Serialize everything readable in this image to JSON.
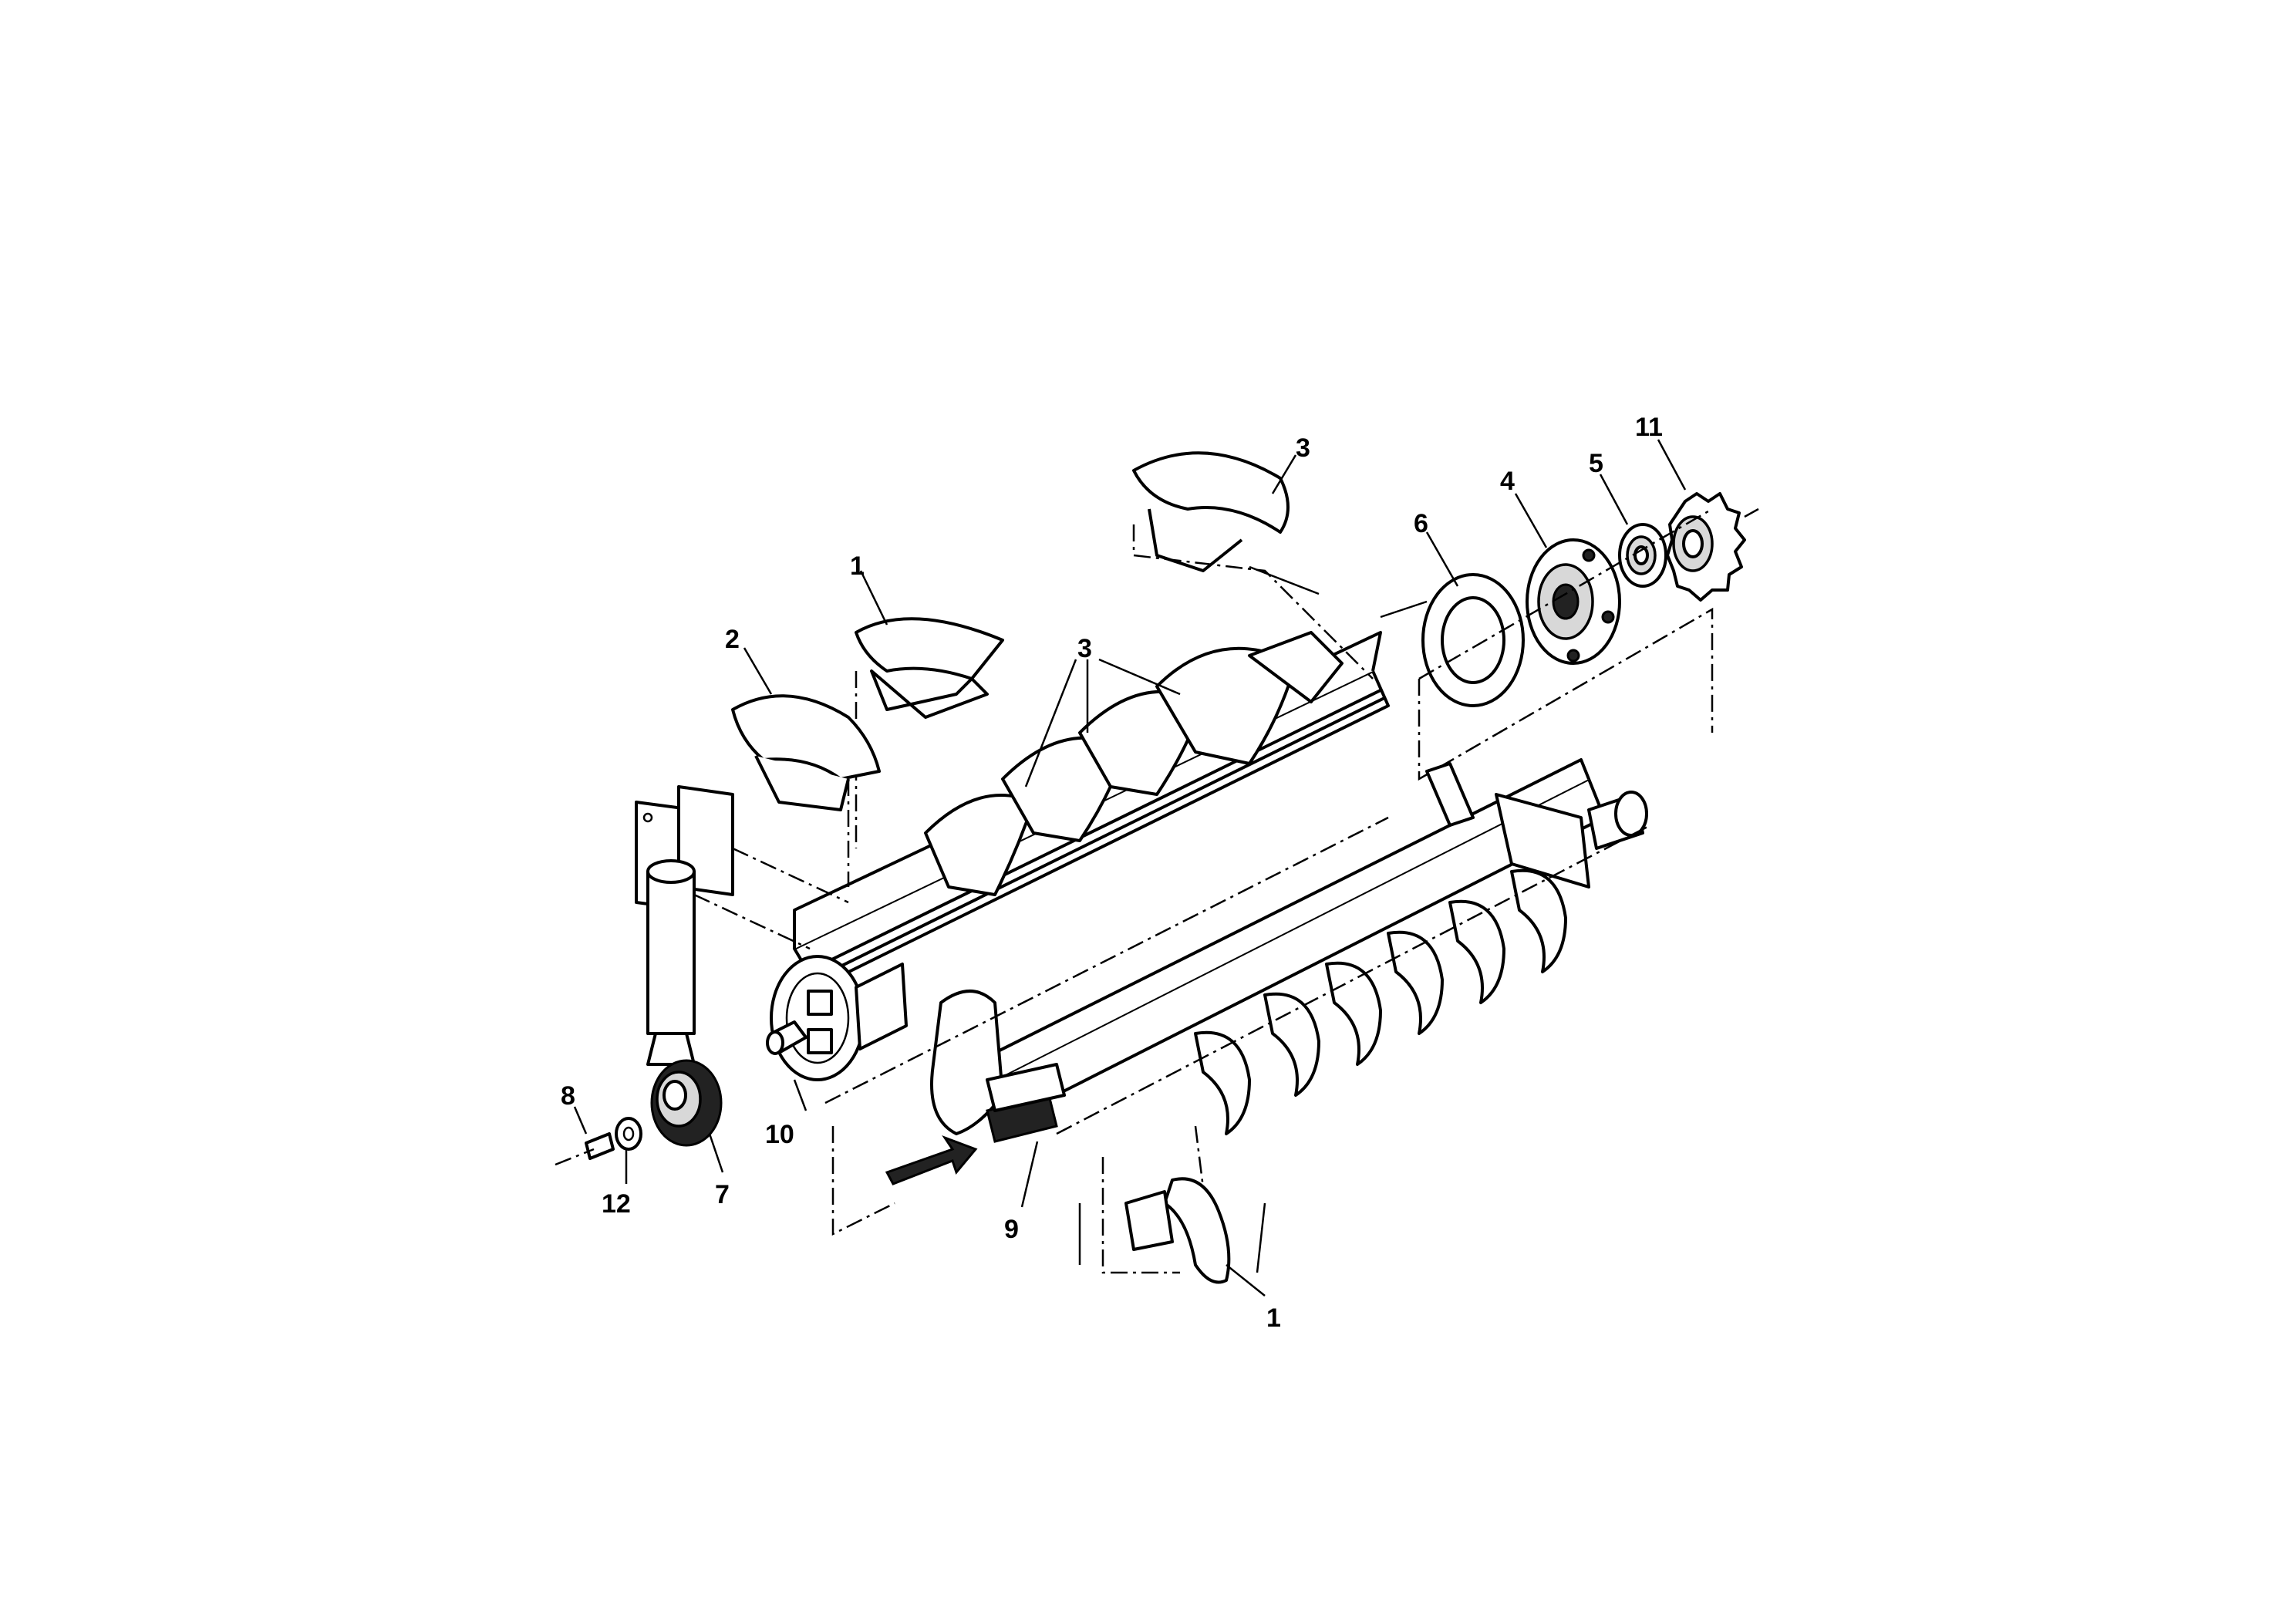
{
  "callouts": [
    {
      "id": "c1a",
      "text": "1"
    },
    {
      "id": "c1b",
      "text": "1"
    },
    {
      "id": "c2",
      "text": "2"
    },
    {
      "id": "c3a",
      "text": "3"
    },
    {
      "id": "c3b",
      "text": "3"
    },
    {
      "id": "c4",
      "text": "4"
    },
    {
      "id": "c5",
      "text": "5"
    },
    {
      "id": "c6",
      "text": "6"
    },
    {
      "id": "c7",
      "text": "7"
    },
    {
      "id": "c8",
      "text": "8"
    },
    {
      "id": "c9",
      "text": "9"
    },
    {
      "id": "c10",
      "text": "10"
    },
    {
      "id": "c11",
      "text": "11"
    },
    {
      "id": "c12",
      "text": "12"
    }
  ]
}
